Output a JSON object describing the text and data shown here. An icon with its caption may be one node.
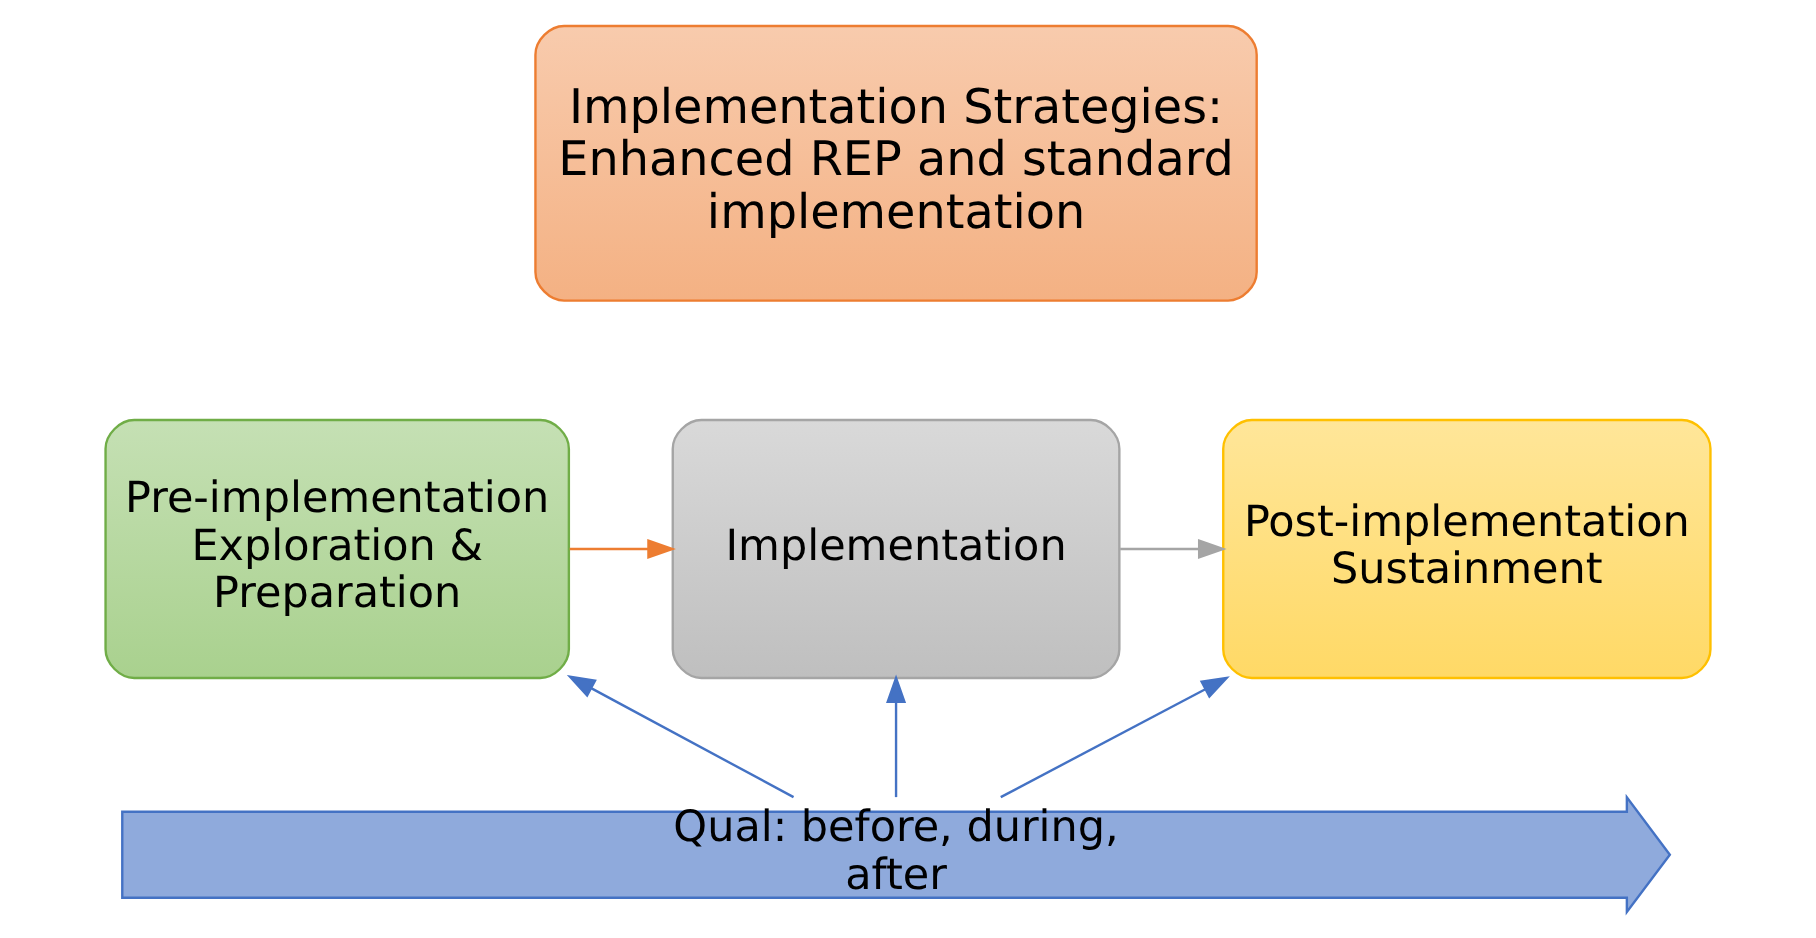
{
  "diagram": {
    "nodes": [
      {
        "text": [
          "Implementation Strategies: Enhanced REP and standard implementation"
        ]
      },
      {
        "text": [
          "Pre-implementation",
          "Exploration & Preparation"
        ]
      },
      {
        "text": [
          "Implementation"
        ]
      },
      {
        "text": [
          "Post-implementation",
          "Sustainment"
        ]
      },
      {
        "text": [
          "Qual: before, during, after"
        ]
      }
    ],
    "edges": [
      {
        "from": 1,
        "to": 2,
        "arrow": "to",
        "color": "#ed7d31"
      },
      {
        "from": 2,
        "to": 3,
        "arrow": "to",
        "color": "#a5a5a5"
      },
      {
        "from": 4,
        "to": 1,
        "arrow": "to"
      },
      {
        "from": 4,
        "to": 2,
        "arrow": "to"
      },
      {
        "from": 4,
        "to": 3,
        "arrow": "to"
      }
    ]
  }
}
